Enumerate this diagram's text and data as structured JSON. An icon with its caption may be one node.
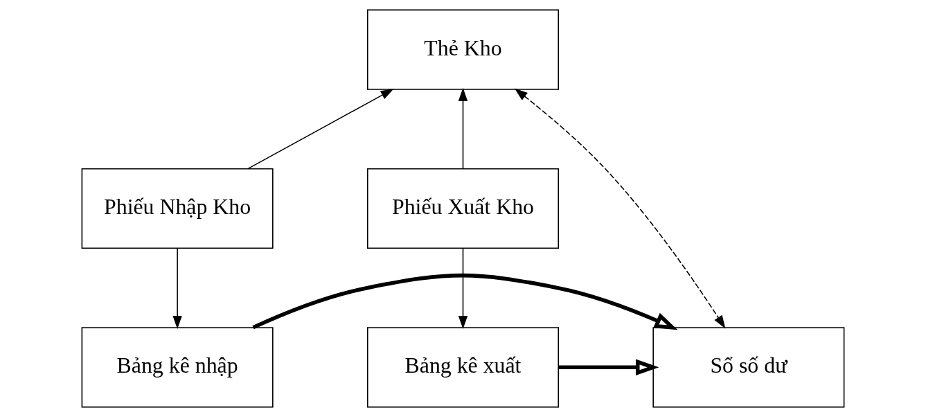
{
  "diagram": {
    "nodes": [
      {
        "text": [
          "Thẻ Kho"
        ]
      },
      {
        "text": [
          "Phiếu Nhập Kho"
        ]
      },
      {
        "text": [
          "Phiếu Xuất Kho"
        ]
      },
      {
        "text": [
          "Bảng kê nhập"
        ]
      },
      {
        "text": [
          "Sổ số dư"
        ]
      },
      {
        "text": [
          "Bảng kê xuất"
        ]
      }
    ],
    "edges": [
      {
        "from": 1,
        "to": 0,
        "arrow": "to"
      },
      {
        "from": 2,
        "to": 0,
        "arrow": "to"
      },
      {
        "from": 0,
        "to": 4,
        "arrow": "both",
        "style": "dashed"
      },
      {
        "from": 1,
        "to": 3,
        "arrow": "to"
      },
      {
        "from": 2,
        "to": 5,
        "arrow": "to"
      },
      {
        "from": 3,
        "to": 4,
        "arrow": "to",
        "style": "thick"
      },
      {
        "from": 5,
        "to": 4,
        "arrow": "to",
        "style": "thick"
      }
    ]
  }
}
